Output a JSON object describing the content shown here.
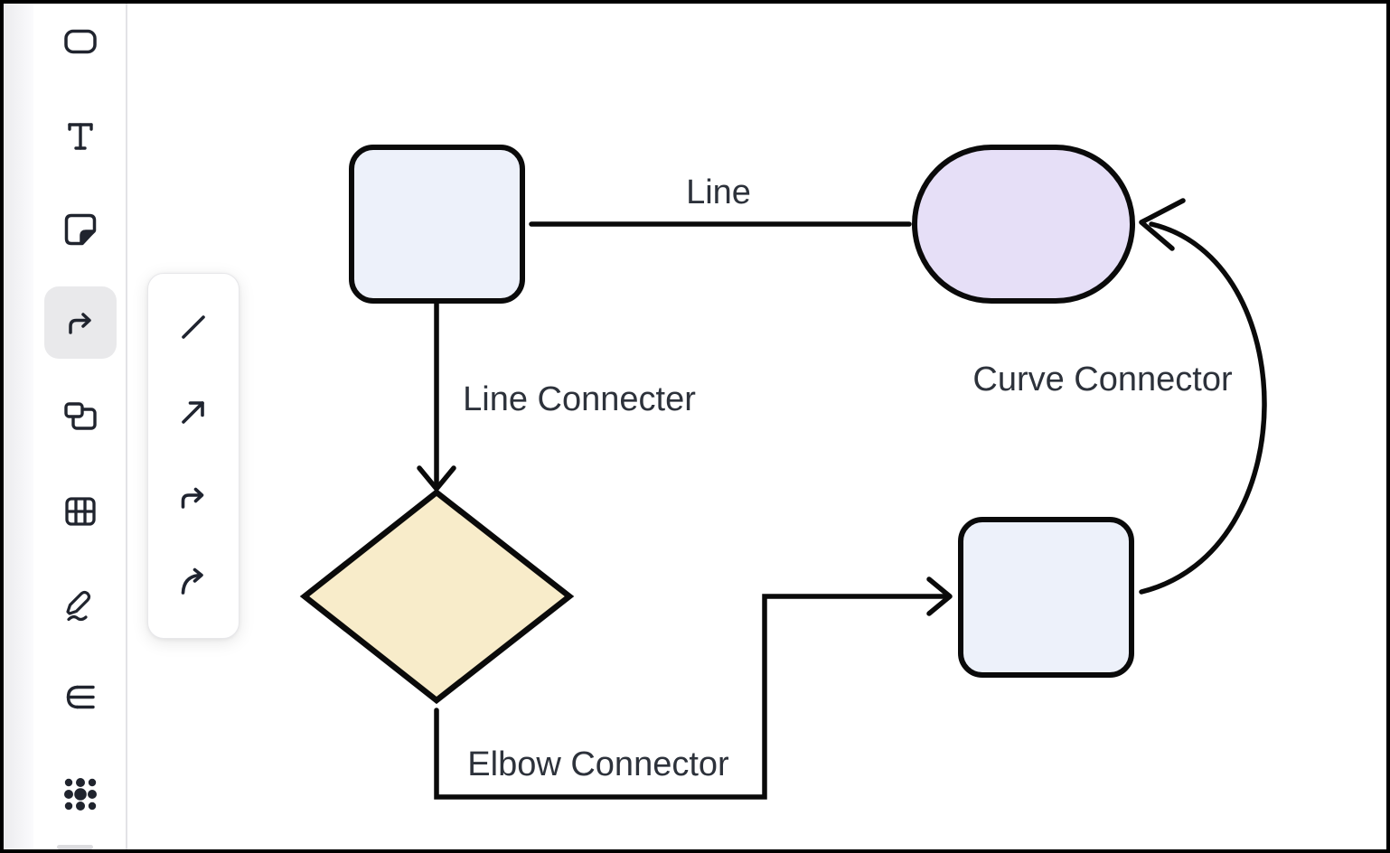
{
  "frame": {
    "border_color": "#000000",
    "background": "#ffffff"
  },
  "sidebar": {
    "background": "#ffffff",
    "divider_color": "#e3e3e6",
    "selected_bg": "#e9e9eb",
    "icon_color": "#20242e",
    "tools": [
      {
        "icon": "rounded-rect-shape-icon",
        "selected": false
      },
      {
        "icon": "text-icon",
        "selected": false
      },
      {
        "icon": "sticky-note-icon",
        "selected": false
      },
      {
        "icon": "elbow-connector-icon",
        "selected": true
      },
      {
        "icon": "frames-icon",
        "selected": false
      },
      {
        "icon": "table-icon",
        "selected": false
      },
      {
        "icon": "pen-draw-icon",
        "selected": false
      },
      {
        "icon": "mind-map-icon",
        "selected": false
      },
      {
        "icon": "apps-dots-icon",
        "selected": false
      }
    ]
  },
  "connector_flyout": {
    "background": "#ffffff",
    "options": [
      {
        "icon": "straight-line-icon"
      },
      {
        "icon": "diagonal-arrow-icon"
      },
      {
        "icon": "elbow-arrow-icon"
      },
      {
        "icon": "curve-arrow-icon"
      }
    ]
  },
  "canvas": {
    "background": "#ffffff",
    "stroke_color": "#0a0a0a",
    "label_color": "#2d323b",
    "shapes": {
      "top_left_square_fill": "#edf1fa",
      "top_right_oval_fill": "#e6dff7",
      "diamond_fill": "#f8ecca",
      "bottom_right_square_fill": "#edf1fa"
    },
    "labels": {
      "line": "Line",
      "line_connector": "Line Connecter",
      "curve_connector": "Curve Connector",
      "elbow_connector": "Elbow Connector"
    }
  }
}
